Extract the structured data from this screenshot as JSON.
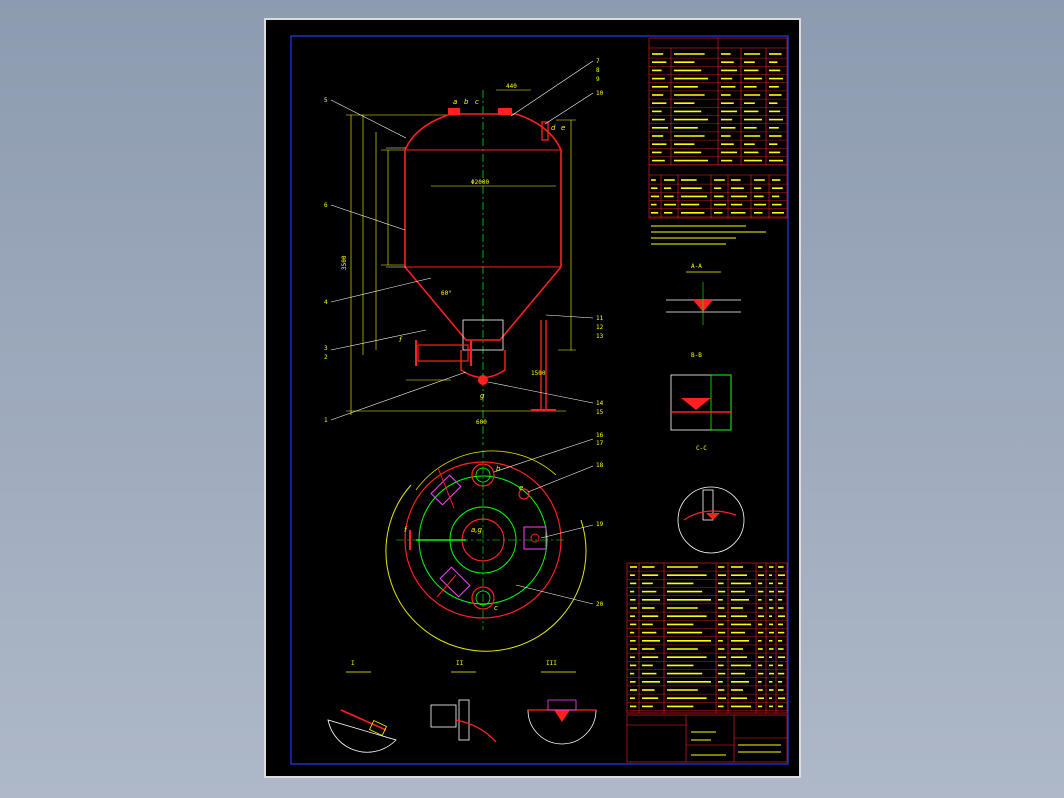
{
  "drawing": {
    "section_labels": {
      "weld_detail_1": "A-A",
      "weld_detail_2": "B-B",
      "weld_detail_3": "C-C",
      "detail_left": "I",
      "detail_mid": "II",
      "detail_right": "III"
    },
    "nozzle_letters": {
      "a": "a",
      "b": "b",
      "c": "c",
      "d": "d",
      "e": "e",
      "f": "f",
      "g": "g",
      "ag": "a,g"
    },
    "callouts_left": [
      "5",
      "6",
      "4",
      "3",
      "2",
      "1"
    ],
    "callouts_right": [
      "7",
      "8",
      "9",
      "10",
      "11",
      "12",
      "13",
      "14",
      "15",
      "16",
      "17",
      "18",
      "19",
      "20"
    ],
    "dims": {
      "top_width": "440",
      "diameter": "Φ2000",
      "height_total": "3500",
      "bottom_width": "600",
      "leg": "1500",
      "angle": "60°"
    }
  },
  "colors": {
    "sheet": "#000000",
    "border_blue": "#1e3cff",
    "vessel_red": "#ff2020",
    "dim_yellow": "#ffff00",
    "center_green": "#00ff00",
    "circle_yellow": "#e8e800",
    "magenta": "#ff40ff",
    "white": "#ffffff"
  }
}
